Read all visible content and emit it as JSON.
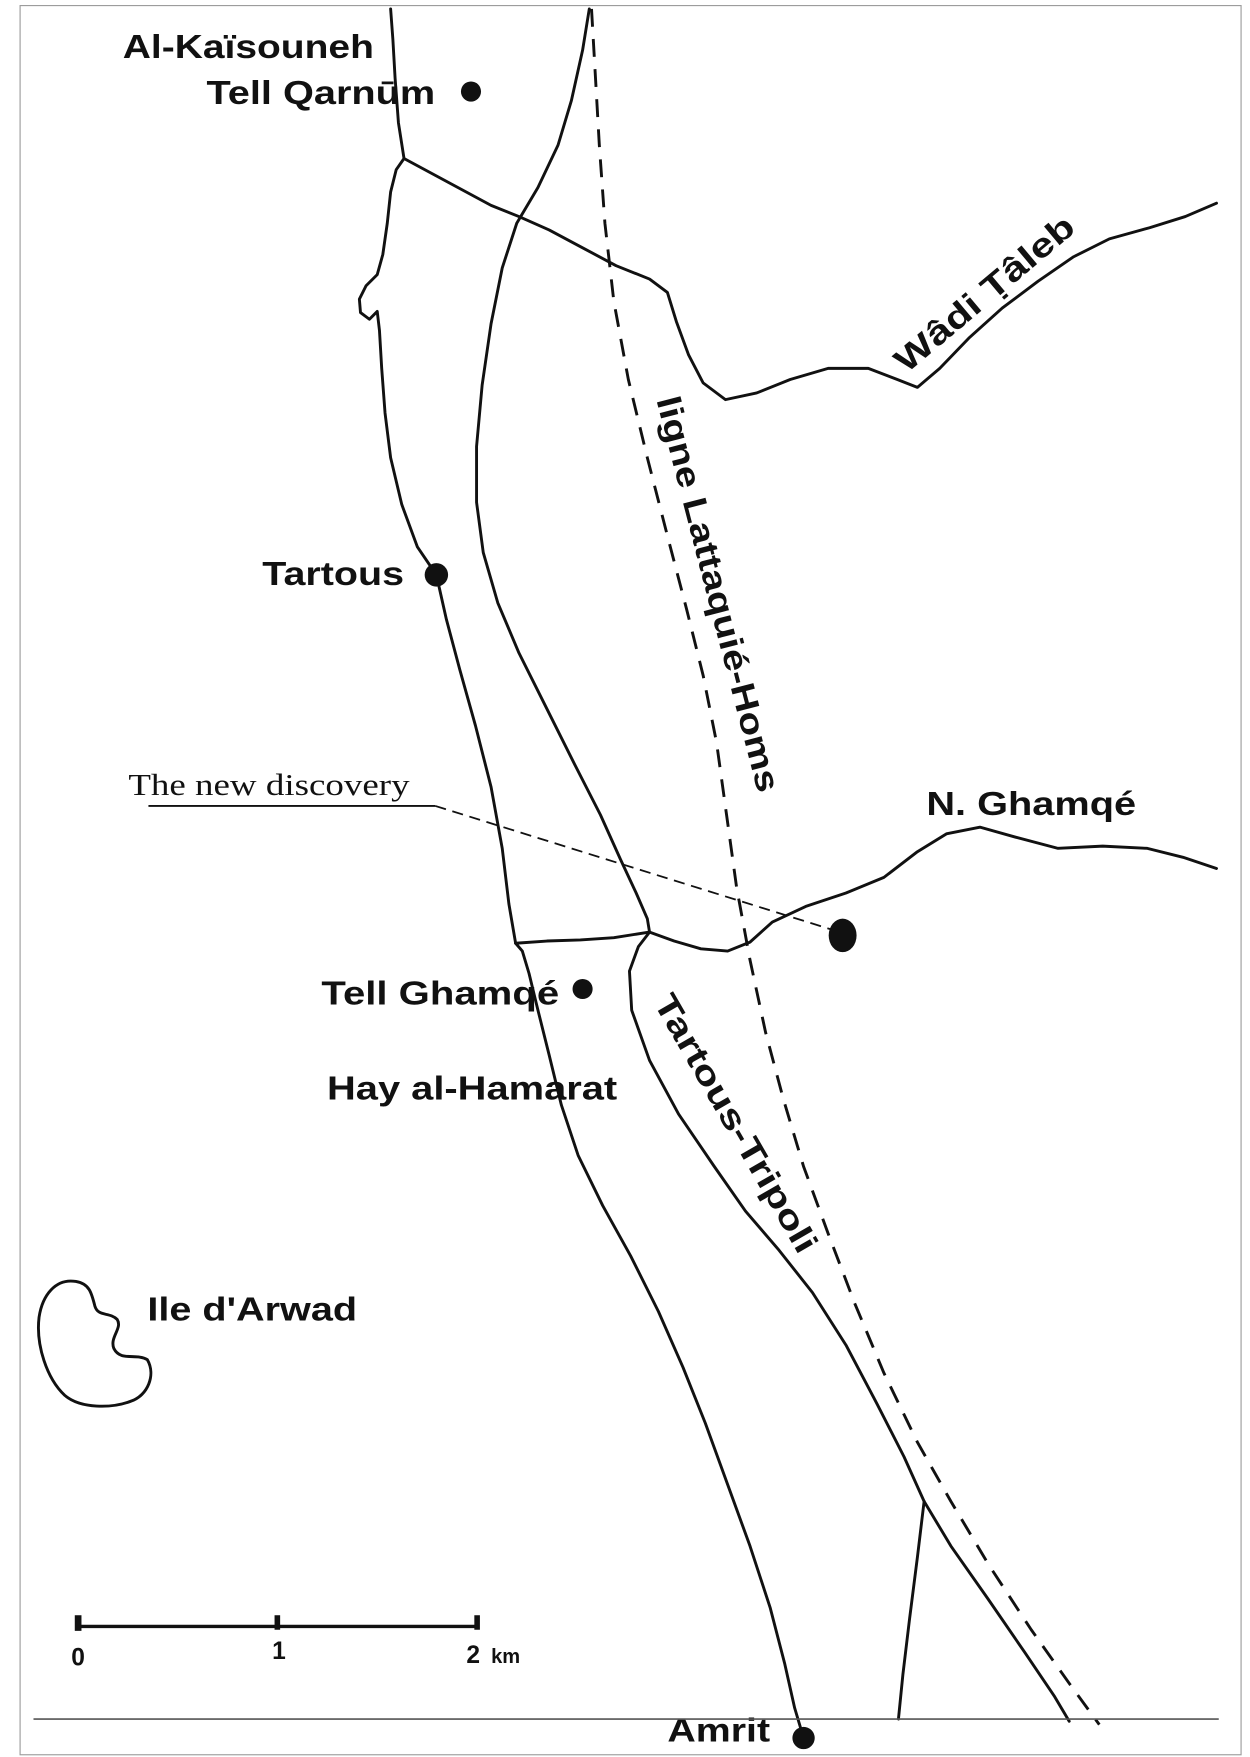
{
  "colors": {
    "ink": "#111111",
    "paper": "#ffffff",
    "frame": "#9a9a9a",
    "rule": "#555555"
  },
  "map": {
    "places": {
      "al_kaisouneh": "Al-Kaïsouneh",
      "tell_qarnum": "Tell Qarnūm",
      "tartous": "Tartous",
      "tell_ghamqe": "Tell Ghamqé",
      "hay_al_hamarat": "Hay al-Hamarat",
      "ile_darwad": "Ile d'Arwad",
      "amrit": "Amrit"
    },
    "waterways": {
      "wadi_taleb": "Wâdi Ṭâleb",
      "n_ghamqe": "N. Ghamqé"
    },
    "routes": {
      "railway": "ligne Lattaquié-Homs",
      "road": "Tartous-Tripoli"
    },
    "annotation": "The new discovery",
    "scale_bar": {
      "tick_0": "0",
      "tick_1": "1",
      "tick_2": "2",
      "unit": "km"
    }
  }
}
